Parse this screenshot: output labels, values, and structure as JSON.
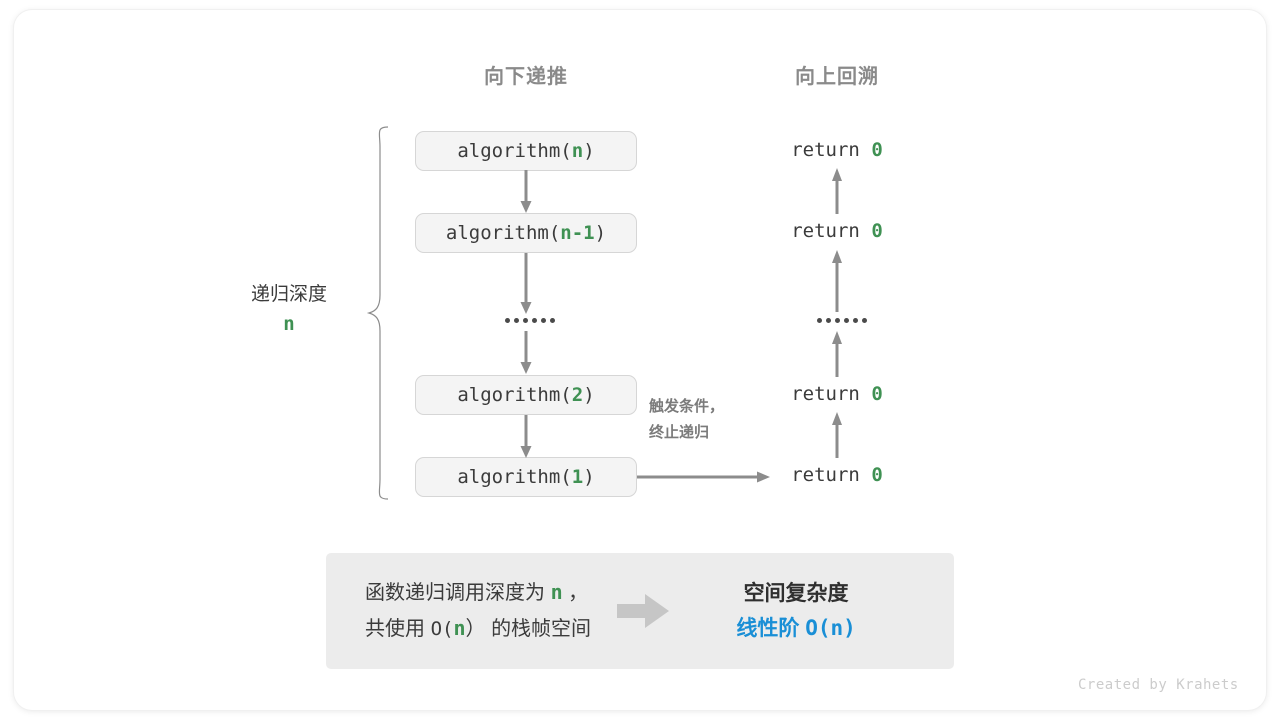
{
  "headers": {
    "left": "向下递推",
    "right": "向上回溯"
  },
  "depth_label": {
    "text": "递归深度",
    "value": "n"
  },
  "call_stack": [
    {
      "prefix": "algorithm(",
      "arg": "n",
      "suffix": ")"
    },
    {
      "prefix": "algorithm(",
      "arg": "n-1",
      "suffix": ")"
    },
    {
      "ellipsis": true
    },
    {
      "prefix": "algorithm(",
      "arg": "2",
      "suffix": ")"
    },
    {
      "prefix": "algorithm(",
      "arg": "1",
      "suffix": ")"
    }
  ],
  "returns": [
    {
      "keyword": "return",
      "value": "0"
    },
    {
      "keyword": "return",
      "value": "0"
    },
    {
      "ellipsis": true
    },
    {
      "keyword": "return",
      "value": "0"
    },
    {
      "keyword": "return",
      "value": "0"
    }
  ],
  "trigger_note": {
    "line1": "触发条件，",
    "line2": "终止递归"
  },
  "summary": {
    "left_line1_a": "函数递归调用深度为",
    "left_line1_n": "n",
    "left_line1_b": "，",
    "left_line2_a": "共使用",
    "left_line2_o": "O(",
    "left_line2_n": "n",
    "left_line2_c": "）",
    "left_line2_b": "的栈帧空间",
    "right_title": "空间复杂度",
    "right_value_text": "线性阶",
    "right_value_mono": "O(n)"
  },
  "footer": "Created by Krahets",
  "colors": {
    "green": "#3f9153",
    "blue": "#1a8fd6",
    "gray_text": "#3b3b3b",
    "header_gray": "#8a8a8a",
    "arrow_gray": "#8c8c8c",
    "box_fill": "#f4f4f4",
    "box_border": "#d6d6d6",
    "panel_fill": "#ececec",
    "footer_gray": "#cccccc"
  }
}
